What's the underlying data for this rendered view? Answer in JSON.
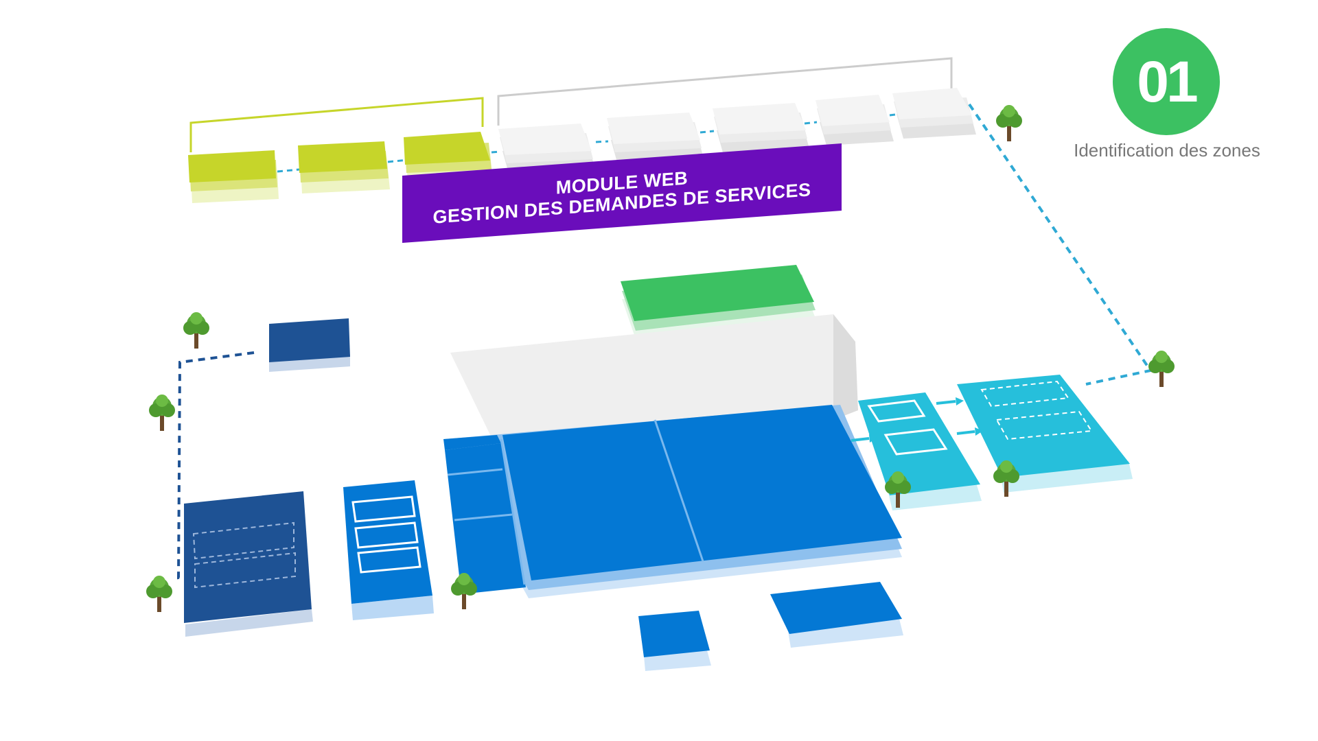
{
  "badge": {
    "number": "01",
    "caption": "Identification des zones",
    "color": "#3cc162"
  },
  "banner": {
    "line1": "MODULE WEB",
    "line2": "GESTION DES DEMANDES DE SERVICES",
    "color": "#6a0dbb"
  },
  "colors": {
    "lime_zone": "#c6d52a",
    "grey_zone": "#f2f2f2",
    "green_zone": "#3cc162",
    "navy_zone": "#1e5294",
    "blue_zone": "#0478d4",
    "cyan_zone": "#26bfdb",
    "dashed_connector": "#2fa9d4",
    "navy_connector": "#1e5294"
  },
  "icons": [
    "tree-icon",
    "arrow-right-icon"
  ]
}
